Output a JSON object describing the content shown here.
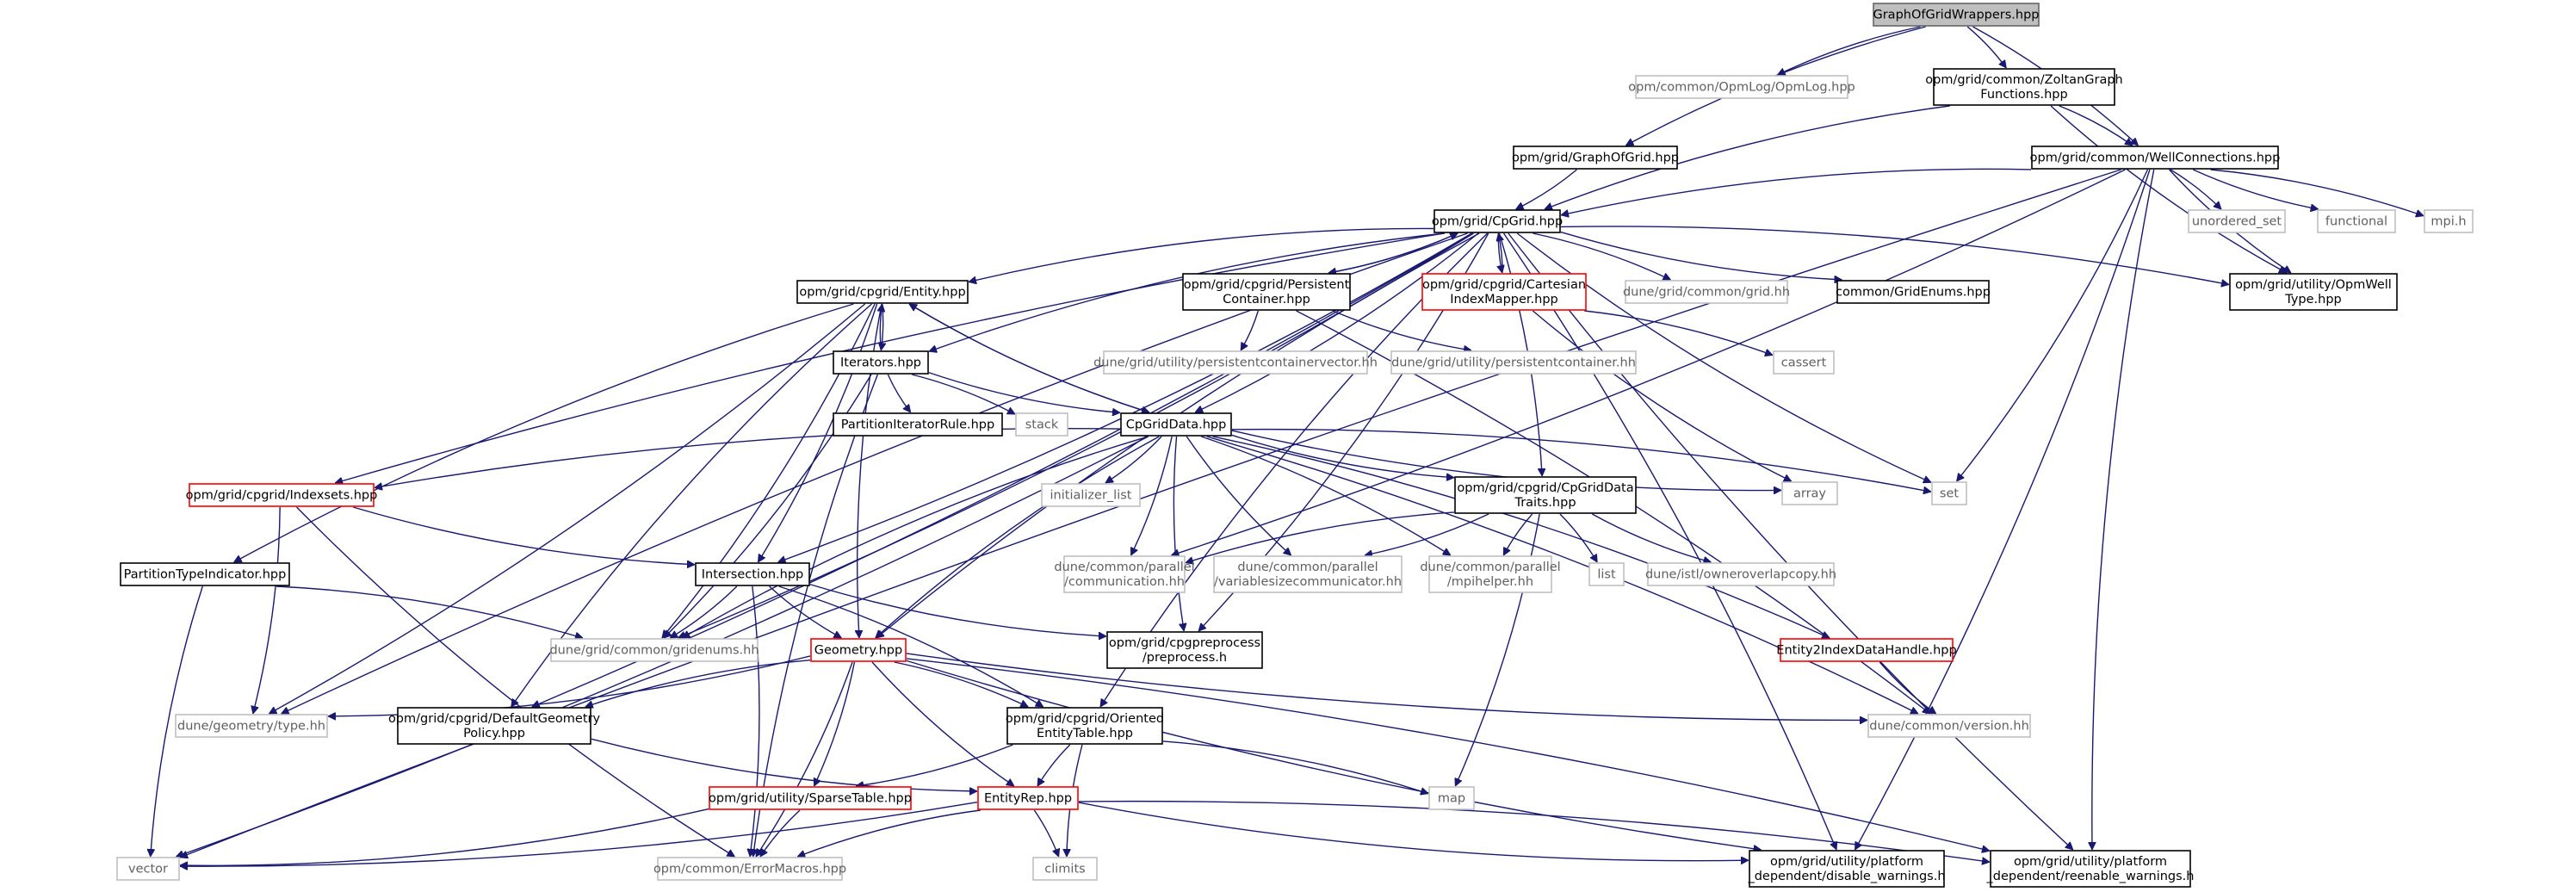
{
  "diagram": {
    "nodes": [
      {
        "id": "root",
        "lines": [
          "GraphOfGridWrappers.hpp"
        ],
        "style": "root"
      },
      {
        "id": "opmlog",
        "lines": [
          "opm/common/OpmLog/OpmLog.hpp"
        ],
        "style": "ext"
      },
      {
        "id": "zoltan",
        "lines": [
          "opm/grid/common/ZoltanGraph",
          "Functions.hpp"
        ],
        "style": "normal"
      },
      {
        "id": "graphofgrid",
        "lines": [
          "opm/grid/GraphOfGrid.hpp"
        ],
        "style": "normal"
      },
      {
        "id": "wellconn",
        "lines": [
          "opm/grid/common/WellConnections.hpp"
        ],
        "style": "normal"
      },
      {
        "id": "cpgrid",
        "lines": [
          "opm/grid/CpGrid.hpp"
        ],
        "style": "normal"
      },
      {
        "id": "unordered_set",
        "lines": [
          "unordered_set"
        ],
        "style": "ext"
      },
      {
        "id": "functional",
        "lines": [
          "functional"
        ],
        "style": "ext"
      },
      {
        "id": "mpi",
        "lines": [
          "mpi.h"
        ],
        "style": "ext"
      },
      {
        "id": "opmwelltype",
        "lines": [
          "opm/grid/utility/OpmWell",
          "Type.hpp"
        ],
        "style": "normal"
      },
      {
        "id": "entity",
        "lines": [
          "opm/grid/cpgrid/Entity.hpp"
        ],
        "style": "normal"
      },
      {
        "id": "persistent",
        "lines": [
          "opm/grid/cpgrid/Persistent",
          "Container.hpp"
        ],
        "style": "normal"
      },
      {
        "id": "cartesian",
        "lines": [
          "opm/grid/cpgrid/Cartesian",
          "IndexMapper.hpp"
        ],
        "style": "red"
      },
      {
        "id": "dunegrid",
        "lines": [
          "dune/grid/common/grid.hh"
        ],
        "style": "ext"
      },
      {
        "id": "gridenums",
        "lines": [
          "common/GridEnums.hpp"
        ],
        "style": "normal"
      },
      {
        "id": "iterators",
        "lines": [
          "Iterators.hpp"
        ],
        "style": "normal"
      },
      {
        "id": "pcvector",
        "lines": [
          "dune/grid/utility/persistentcontainervector.hh"
        ],
        "style": "ext"
      },
      {
        "id": "pcontainer",
        "lines": [
          "dune/grid/utility/persistentcontainer.hh"
        ],
        "style": "ext"
      },
      {
        "id": "cassert",
        "lines": [
          "cassert"
        ],
        "style": "ext"
      },
      {
        "id": "partitionrule",
        "lines": [
          "PartitionIteratorRule.hpp"
        ],
        "style": "normal"
      },
      {
        "id": "stack",
        "lines": [
          "stack"
        ],
        "style": "ext"
      },
      {
        "id": "cpgriddata",
        "lines": [
          "CpGridData.hpp"
        ],
        "style": "normal"
      },
      {
        "id": "array",
        "lines": [
          "array"
        ],
        "style": "ext"
      },
      {
        "id": "set",
        "lines": [
          "set"
        ],
        "style": "ext"
      },
      {
        "id": "indexsets",
        "lines": [
          "opm/grid/cpgrid/Indexsets.hpp"
        ],
        "style": "red"
      },
      {
        "id": "initlist",
        "lines": [
          "initializer_list"
        ],
        "style": "ext"
      },
      {
        "id": "datatraits",
        "lines": [
          "opm/grid/cpgrid/CpGridData",
          "Traits.hpp"
        ],
        "style": "normal"
      },
      {
        "id": "partindicator",
        "lines": [
          "PartitionTypeIndicator.hpp"
        ],
        "style": "normal"
      },
      {
        "id": "intersection",
        "lines": [
          "Intersection.hpp"
        ],
        "style": "normal"
      },
      {
        "id": "communication",
        "lines": [
          "dune/common/parallel",
          "/communication.hh"
        ],
        "style": "ext"
      },
      {
        "id": "varsizecomm",
        "lines": [
          "dune/common/parallel",
          "/variablesizecommunicator.hh"
        ],
        "style": "ext"
      },
      {
        "id": "mpihelper",
        "lines": [
          "dune/common/parallel",
          "/mpihelper.hh"
        ],
        "style": "ext"
      },
      {
        "id": "list",
        "lines": [
          "list"
        ],
        "style": "ext"
      },
      {
        "id": "owneroverlap",
        "lines": [
          "dune/istl/owneroverlapcopy.hh"
        ],
        "style": "ext"
      },
      {
        "id": "gridenumshh",
        "lines": [
          "dune/grid/common/gridenums.hh"
        ],
        "style": "ext"
      },
      {
        "id": "preprocess",
        "lines": [
          "opm/grid/cpgpreprocess",
          "/preprocess.h"
        ],
        "style": "normal"
      },
      {
        "id": "entity2index",
        "lines": [
          "Entity2IndexDataHandle.hpp"
        ],
        "style": "red"
      },
      {
        "id": "geometry",
        "lines": [
          "Geometry.hpp"
        ],
        "style": "red"
      },
      {
        "id": "typehh",
        "lines": [
          "dune/geometry/type.hh"
        ],
        "style": "ext"
      },
      {
        "id": "defaultgeom",
        "lines": [
          "opm/grid/cpgrid/DefaultGeometry",
          "Policy.hpp"
        ],
        "style": "normal"
      },
      {
        "id": "oriented",
        "lines": [
          "opm/grid/cpgrid/Oriented",
          "EntityTable.hpp"
        ],
        "style": "normal"
      },
      {
        "id": "versionhh",
        "lines": [
          "dune/common/version.hh"
        ],
        "style": "ext"
      },
      {
        "id": "sparsetable",
        "lines": [
          "opm/grid/utility/SparseTable.hpp"
        ],
        "style": "red"
      },
      {
        "id": "entityrep",
        "lines": [
          "EntityRep.hpp"
        ],
        "style": "red"
      },
      {
        "id": "map",
        "lines": [
          "map"
        ],
        "style": "ext"
      },
      {
        "id": "vector",
        "lines": [
          "vector"
        ],
        "style": "ext"
      },
      {
        "id": "errormacros",
        "lines": [
          "opm/common/ErrorMacros.hpp"
        ],
        "style": "ext"
      },
      {
        "id": "climits",
        "lines": [
          "climits"
        ],
        "style": "ext"
      },
      {
        "id": "disablewarn",
        "lines": [
          "opm/grid/utility/platform",
          "_dependent/disable_warnings.h"
        ],
        "style": "normal"
      },
      {
        "id": "reenablewarn",
        "lines": [
          "opm/grid/utility/platform",
          "_dependent/reenable_warnings.h"
        ],
        "style": "normal"
      }
    ],
    "edges": [
      [
        "root",
        "opmlog"
      ],
      [
        "root",
        "zoltan"
      ],
      [
        "root",
        "graphofgrid"
      ],
      [
        "root",
        "wellconn"
      ],
      [
        "zoltan",
        "cpgrid"
      ],
      [
        "zoltan",
        "wellconn"
      ],
      [
        "zoltan",
        "opmwelltype"
      ],
      [
        "graphofgrid",
        "cpgrid"
      ],
      [
        "wellconn",
        "cpgrid"
      ],
      [
        "wellconn",
        "unordered_set"
      ],
      [
        "wellconn",
        "functional"
      ],
      [
        "wellconn",
        "mpi"
      ],
      [
        "wellconn",
        "opmwelltype"
      ],
      [
        "wellconn",
        "set"
      ],
      [
        "wellconn",
        "vector"
      ],
      [
        "wellconn",
        "disablewarn"
      ],
      [
        "wellconn",
        "reenablewarn"
      ],
      [
        "wellconn",
        "communication"
      ],
      [
        "cpgrid",
        "entity"
      ],
      [
        "cpgrid",
        "persistent"
      ],
      [
        "cpgrid",
        "cartesian"
      ],
      [
        "cpgrid",
        "dunegrid"
      ],
      [
        "cpgrid",
        "gridenums"
      ],
      [
        "cpgrid",
        "opmwelltype"
      ],
      [
        "cpgrid",
        "iterators"
      ],
      [
        "cpgrid",
        "cpgriddata"
      ],
      [
        "cpgrid",
        "indexsets"
      ],
      [
        "cpgrid",
        "intersection"
      ],
      [
        "cpgrid",
        "geometry"
      ],
      [
        "cpgrid",
        "defaultgeom"
      ],
      [
        "cpgrid",
        "oriented"
      ],
      [
        "cpgrid",
        "datatraits"
      ],
      [
        "cpgrid",
        "set"
      ],
      [
        "cpgrid",
        "disablewarn"
      ],
      [
        "cpgrid",
        "reenablewarn"
      ],
      [
        "cpgrid",
        "preprocess"
      ],
      [
        "cpgrid",
        "typehh"
      ],
      [
        "cpgrid",
        "gridenumshh"
      ],
      [
        "persistent",
        "cpgrid"
      ],
      [
        "persistent",
        "pcvector"
      ],
      [
        "persistent",
        "pcontainer"
      ],
      [
        "persistent",
        "versionhh"
      ],
      [
        "cartesian",
        "cpgrid"
      ],
      [
        "cartesian",
        "cassert"
      ],
      [
        "cartesian",
        "array"
      ],
      [
        "entity",
        "iterators"
      ],
      [
        "entity",
        "cpgriddata"
      ],
      [
        "entity",
        "intersection"
      ],
      [
        "entity",
        "partindicator"
      ],
      [
        "entity",
        "gridenumshh"
      ],
      [
        "entity",
        "defaultgeom"
      ],
      [
        "entity",
        "typehh"
      ],
      [
        "entity",
        "geometry"
      ],
      [
        "iterators",
        "entity"
      ],
      [
        "iterators",
        "partitionrule"
      ],
      [
        "iterators",
        "stack"
      ],
      [
        "iterators",
        "cpgriddata"
      ],
      [
        "iterators",
        "gridenumshh"
      ],
      [
        "iterators",
        "errormacros"
      ],
      [
        "cpgriddata",
        "entity"
      ],
      [
        "cpgriddata",
        "array"
      ],
      [
        "cpgriddata",
        "set"
      ],
      [
        "cpgriddata",
        "indexsets"
      ],
      [
        "cpgriddata",
        "initlist"
      ],
      [
        "cpgriddata",
        "datatraits"
      ],
      [
        "cpgriddata",
        "communication"
      ],
      [
        "cpgriddata",
        "varsizecomm"
      ],
      [
        "cpgriddata",
        "mpihelper"
      ],
      [
        "cpgriddata",
        "preprocess"
      ],
      [
        "cpgriddata",
        "entity2index"
      ],
      [
        "cpgriddata",
        "geometry"
      ],
      [
        "cpgriddata",
        "vector"
      ],
      [
        "cpgriddata",
        "gridenumshh"
      ],
      [
        "cpgriddata",
        "versionhh"
      ],
      [
        "datatraits",
        "communication"
      ],
      [
        "datatraits",
        "varsizecomm"
      ],
      [
        "datatraits",
        "mpihelper"
      ],
      [
        "datatraits",
        "list"
      ],
      [
        "datatraits",
        "owneroverlap"
      ],
      [
        "datatraits",
        "map"
      ],
      [
        "indexsets",
        "intersection"
      ],
      [
        "indexsets",
        "typehh"
      ],
      [
        "indexsets",
        "errormacros"
      ],
      [
        "partindicator",
        "gridenumshh"
      ],
      [
        "partindicator",
        "vector"
      ],
      [
        "intersection",
        "gridenumshh"
      ],
      [
        "intersection",
        "geometry"
      ],
      [
        "intersection",
        "oriented"
      ],
      [
        "intersection",
        "preprocess"
      ],
      [
        "intersection",
        "errormacros"
      ],
      [
        "entity2index",
        "versionhh"
      ],
      [
        "geometry",
        "typehh"
      ],
      [
        "geometry",
        "defaultgeom"
      ],
      [
        "geometry",
        "oriented"
      ],
      [
        "geometry",
        "versionhh"
      ],
      [
        "geometry",
        "sparsetable"
      ],
      [
        "geometry",
        "entityrep"
      ],
      [
        "geometry",
        "errormacros"
      ],
      [
        "geometry",
        "disablewarn"
      ],
      [
        "geometry",
        "reenablewarn"
      ],
      [
        "defaultgeom",
        "entityrep"
      ],
      [
        "oriented",
        "sparsetable"
      ],
      [
        "oriented",
        "entityrep"
      ],
      [
        "oriented",
        "map"
      ],
      [
        "oriented",
        "climits"
      ],
      [
        "sparsetable",
        "vector"
      ],
      [
        "sparsetable",
        "errormacros"
      ],
      [
        "entityrep",
        "vector"
      ],
      [
        "entityrep",
        "errormacros"
      ],
      [
        "entityrep",
        "climits"
      ],
      [
        "entityrep",
        "disablewarn"
      ],
      [
        "entityrep",
        "reenablewarn"
      ]
    ]
  }
}
